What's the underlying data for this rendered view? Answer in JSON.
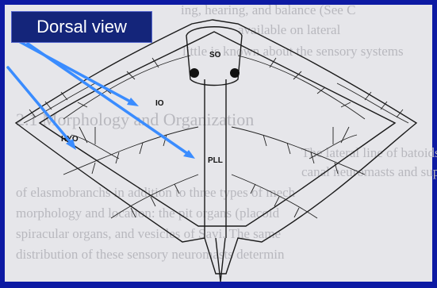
{
  "slide": {
    "label": "Dorsal view",
    "background_color": "#0d1aa3",
    "label_box_color": "#14257a",
    "pointer_color": "#3a8cff"
  },
  "figure": {
    "labels": {
      "so": "SO",
      "io": "IO",
      "hyo": "HYO",
      "pll": "PLL"
    },
    "background_text_lines": [
      "ing, hearing, and balance (See C",
      "available on lateral",
      "little is known about the sensory systems",
      "2.1 Morphology and Organization",
      "The lateral line of batoids consists of canals",
      "canal neuromasts and superficial neuromasts",
      "of elasmobranchs in addition to three types of mech",
      "morphology and location: the pit organs (placoid",
      "spiracular organs, and vesicles of Savi. The same",
      "distribution of these sensory neuromasts determin"
    ]
  }
}
